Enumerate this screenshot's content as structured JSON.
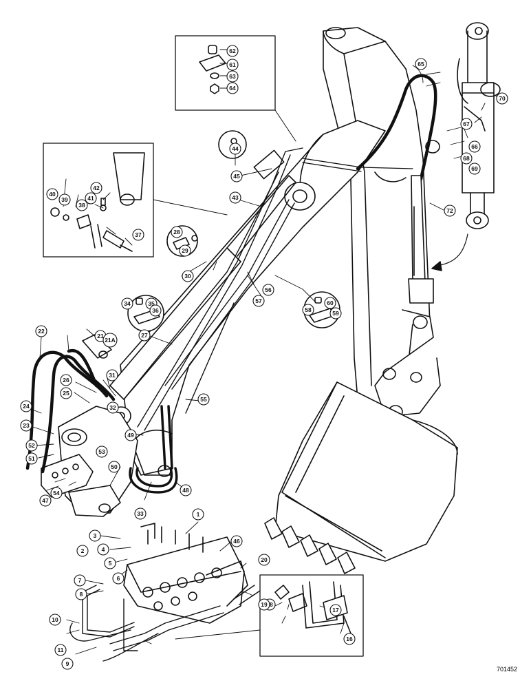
{
  "figure_id": "701452",
  "callouts": [
    "1",
    "2",
    "3",
    "4",
    "5",
    "6",
    "7",
    "8",
    "9",
    "10",
    "11",
    "16",
    "17",
    "18",
    "19",
    "20",
    "21",
    "21A",
    "22",
    "23",
    "24",
    "25",
    "26",
    "27",
    "28",
    "29",
    "30",
    "31",
    "32",
    "33",
    "34",
    "35",
    "36",
    "37",
    "38",
    "39",
    "40",
    "41",
    "42",
    "43",
    "44",
    "45",
    "46",
    "47",
    "48",
    "49",
    "50",
    "51",
    "52",
    "53",
    "54",
    "55",
    "56",
    "57",
    "58",
    "59",
    "60",
    "61",
    "62",
    "63",
    "64",
    "65",
    "66",
    "67",
    "68",
    "69",
    "70",
    "72"
  ],
  "colors": {
    "ink": "#111111",
    "paper": "#ffffff"
  }
}
